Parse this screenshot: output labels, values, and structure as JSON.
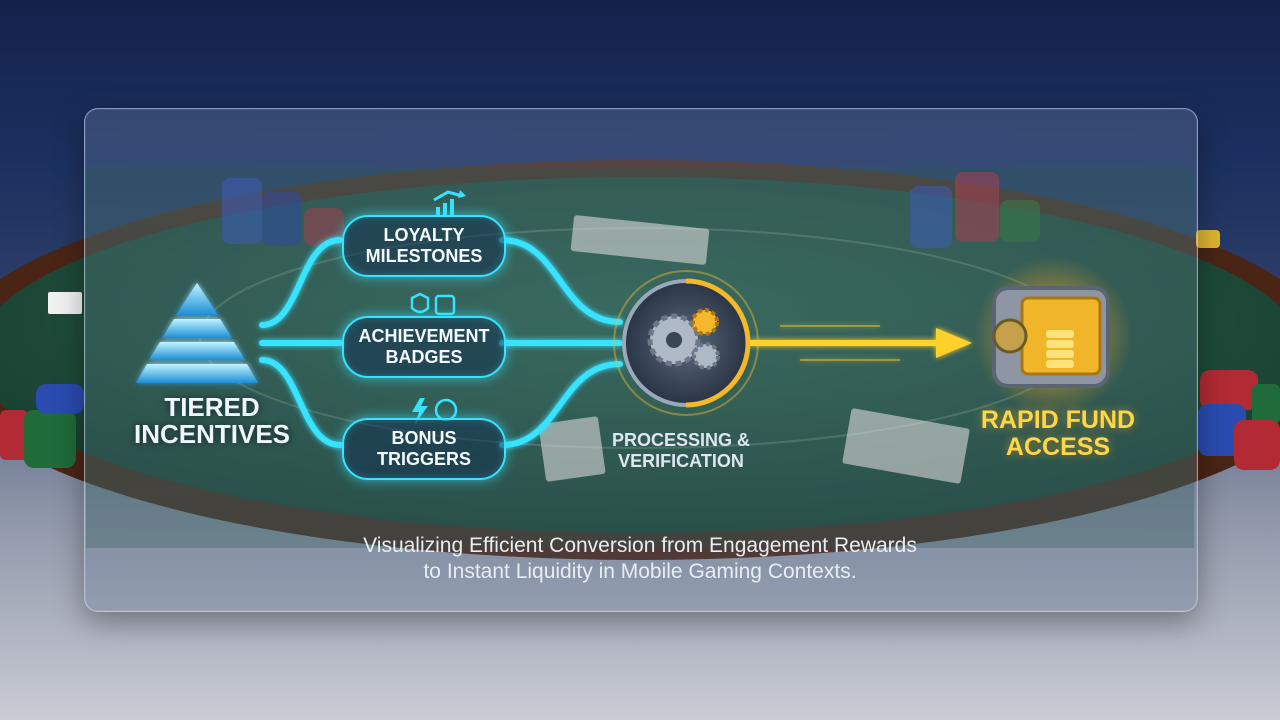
{
  "source": {
    "label_line1": "TIERED",
    "label_line2": "INCENTIVES",
    "icon": "pyramid-icon"
  },
  "channels": [
    {
      "line1": "LOYALTY",
      "line2": "MILESTONES",
      "icon": "growth-chart-icon"
    },
    {
      "line1": "ACHIEVEMENT",
      "line2": "BADGES",
      "icon": "badge-icon"
    },
    {
      "line1": "BONUS",
      "line2": "TRIGGERS",
      "icon": "lightning-coin-icon"
    }
  ],
  "processor": {
    "line1": "PROCESSING &",
    "line2": "VERIFICATION",
    "icon": "gears-icon"
  },
  "destination": {
    "line1": "RAPID FUND",
    "line2": "ACCESS",
    "icon": "vault-icon"
  },
  "caption": {
    "line1": "Visualizing Efficient Conversion from Engagement Rewards",
    "line2": "to Instant Liquidity in Mobile Gaming Contexts."
  },
  "colors": {
    "flow": "#37e3ff",
    "output": "#ffd12a",
    "accent_gold": "#f5b82a"
  }
}
